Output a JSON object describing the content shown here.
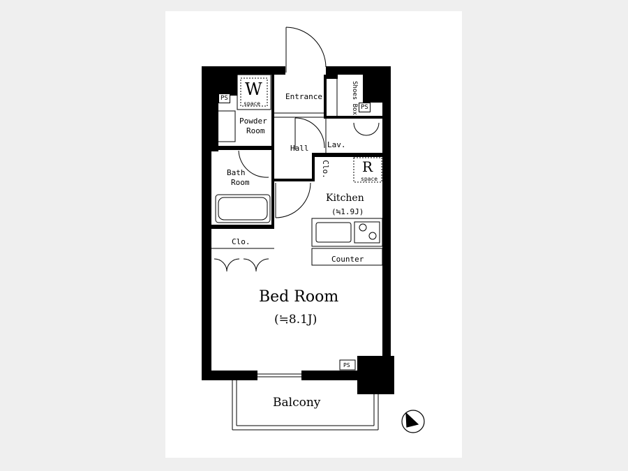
{
  "rooms": {
    "entrance": "Entrance",
    "shoes_box": "Shoes Box",
    "powder_room_line1": "Powder",
    "powder_room_line2": "Room",
    "hall": "Hall",
    "lavatory": "Lav.",
    "closet_small": "Clo.",
    "bath_room_line1": "Bath",
    "bath_room_line2": "Room",
    "kitchen": "Kitchen",
    "kitchen_area": "(≒1.9J)",
    "closet": "Clo.",
    "counter": "Counter",
    "bed_room": "Bed Room",
    "bed_room_area": "(≒8.1J)",
    "balcony": "Balcony"
  },
  "markers": {
    "ps_top_left": "PS",
    "ps_top_right": "PS",
    "ps_bottom": "PS",
    "washer_letter": "W",
    "washer_space": "space",
    "fridge_letter": "R",
    "fridge_space": "space"
  },
  "colors": {
    "wall": "#000000",
    "line": "#000000",
    "paper": "#ffffff",
    "background": "#efefef"
  }
}
